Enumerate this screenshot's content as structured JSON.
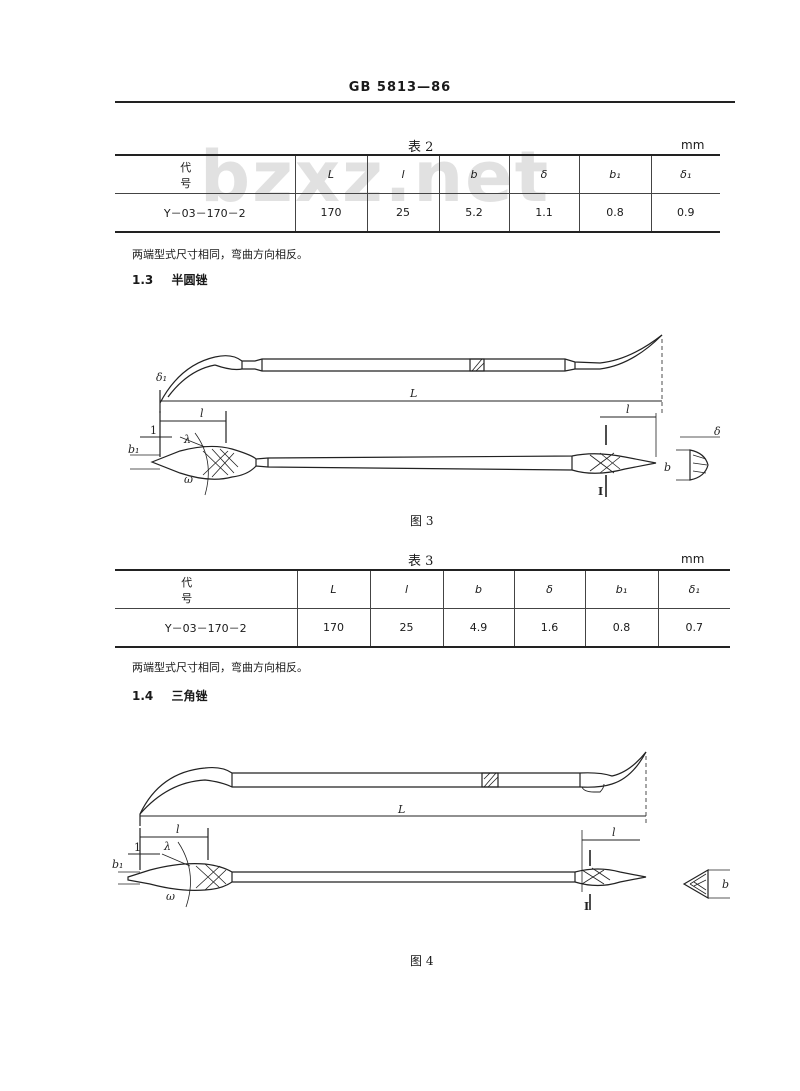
{
  "header": {
    "standard": "GB 5813—86"
  },
  "watermark": "bzxz.net",
  "table2": {
    "caption": "表 2",
    "unit": "mm",
    "headers": [
      "代　　号",
      "L",
      "l",
      "b",
      "δ",
      "b₁",
      "δ₁"
    ],
    "row": [
      "Y－03－170－2",
      "170",
      "25",
      "5.2",
      "1.1",
      "0.8",
      "0.9"
    ],
    "note": "两端型式尺寸相同，弯曲方向相反。"
  },
  "section_1_3": {
    "number": "1.3",
    "title": "半圆锉"
  },
  "figure3": {
    "caption": "图 3",
    "labels": {
      "L": "L",
      "l_left": "l",
      "l_right": "l",
      "one": "1",
      "b1": "b₁",
      "lambda": "λ",
      "omega": "ω",
      "delta1": "δ₁",
      "b": "b",
      "delta": "δ",
      "roman": "I"
    }
  },
  "table3": {
    "caption": "表 3",
    "unit": "mm",
    "headers": [
      "代　　号",
      "L",
      "l",
      "b",
      "δ",
      "b₁",
      "δ₁"
    ],
    "row": [
      "Y－03－170－2",
      "170",
      "25",
      "4.9",
      "1.6",
      "0.8",
      "0.7"
    ],
    "note": "两端型式尺寸相同，弯曲方向相反。"
  },
  "section_1_4": {
    "number": "1.4",
    "title": "三角锉"
  },
  "figure4": {
    "caption": "图 4",
    "labels": {
      "L": "L",
      "l_left": "l",
      "l_right": "l",
      "one": "1",
      "b1": "b₁",
      "lambda": "λ",
      "omega": "ω",
      "b": "b",
      "roman": "I"
    }
  }
}
